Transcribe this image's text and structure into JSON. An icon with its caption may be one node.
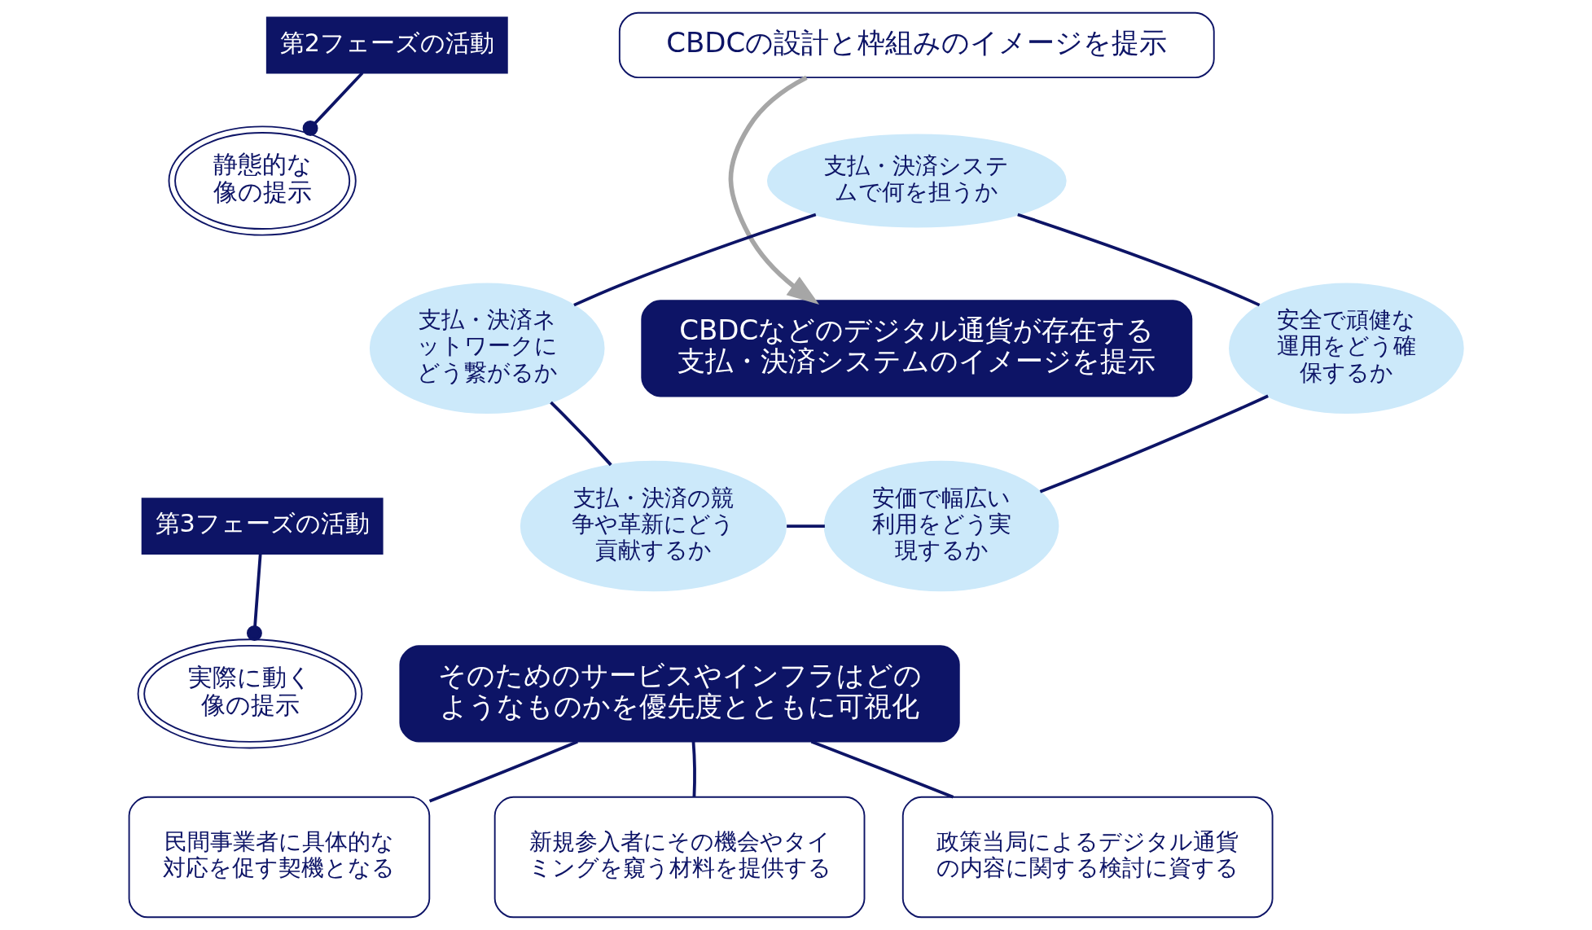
{
  "diagram": {
    "nodes": [
      {
        "text": [
          "第2フェーズの活動"
        ]
      },
      {
        "text": [
          "静態的な像の提示"
        ]
      },
      {
        "text": [
          "第3フェーズの活動"
        ]
      },
      {
        "text": [
          "実際に動く像の提示"
        ]
      },
      {
        "text": [
          "CBDCの設計と枠組みのイメージを提示"
        ]
      },
      {
        "text": [
          "CBDCなどのデジタル通貨が存在する支払・決済システムのイメージを提示"
        ]
      },
      {
        "text": [
          "支払・決済システムで何を担うか"
        ]
      },
      {
        "text": [
          "支払・決済ネットワークにどう繋がるか"
        ]
      },
      {
        "text": [
          "安全で頑健な運用をどう確保するか"
        ]
      },
      {
        "text": [
          "支払・決済の競争や革新にどう貢献するか"
        ]
      },
      {
        "text": [
          "安価で幅広い利用をどう実現するか"
        ]
      },
      {
        "text": [
          "そのためのサービスやインフラはどのようなものかを優先度とともに可視化"
        ]
      },
      {
        "text": [
          "民間事業者に具体的な対応を促す契機となる"
        ]
      },
      {
        "text": [
          "新規参入者にその機会やタイミングを窺う材料を提供する"
        ]
      },
      {
        "text": [
          "政策当局によるデジタル通貨の内容に関する検討に資する"
        ]
      }
    ],
    "edges": [
      {
        "from": 4,
        "to": 5,
        "arrow": "to",
        "color": "#a6a6a6"
      },
      {
        "from": 0,
        "to": 1,
        "arrow": "other"
      },
      {
        "from": 2,
        "to": 3,
        "arrow": "other"
      },
      {
        "from": 6,
        "to": 8,
        "arrow": "none"
      },
      {
        "from": 8,
        "to": 10,
        "arrow": "none"
      },
      {
        "from": 10,
        "to": 9,
        "arrow": "none"
      },
      {
        "from": 9,
        "to": 7,
        "arrow": "none"
      },
      {
        "from": 7,
        "to": 6,
        "arrow": "none"
      },
      {
        "from": 12,
        "to": 11,
        "arrow": "none"
      },
      {
        "from": 13,
        "to": 11,
        "arrow": "none"
      },
      {
        "from": 14,
        "to": 11,
        "arrow": "none"
      }
    ]
  }
}
